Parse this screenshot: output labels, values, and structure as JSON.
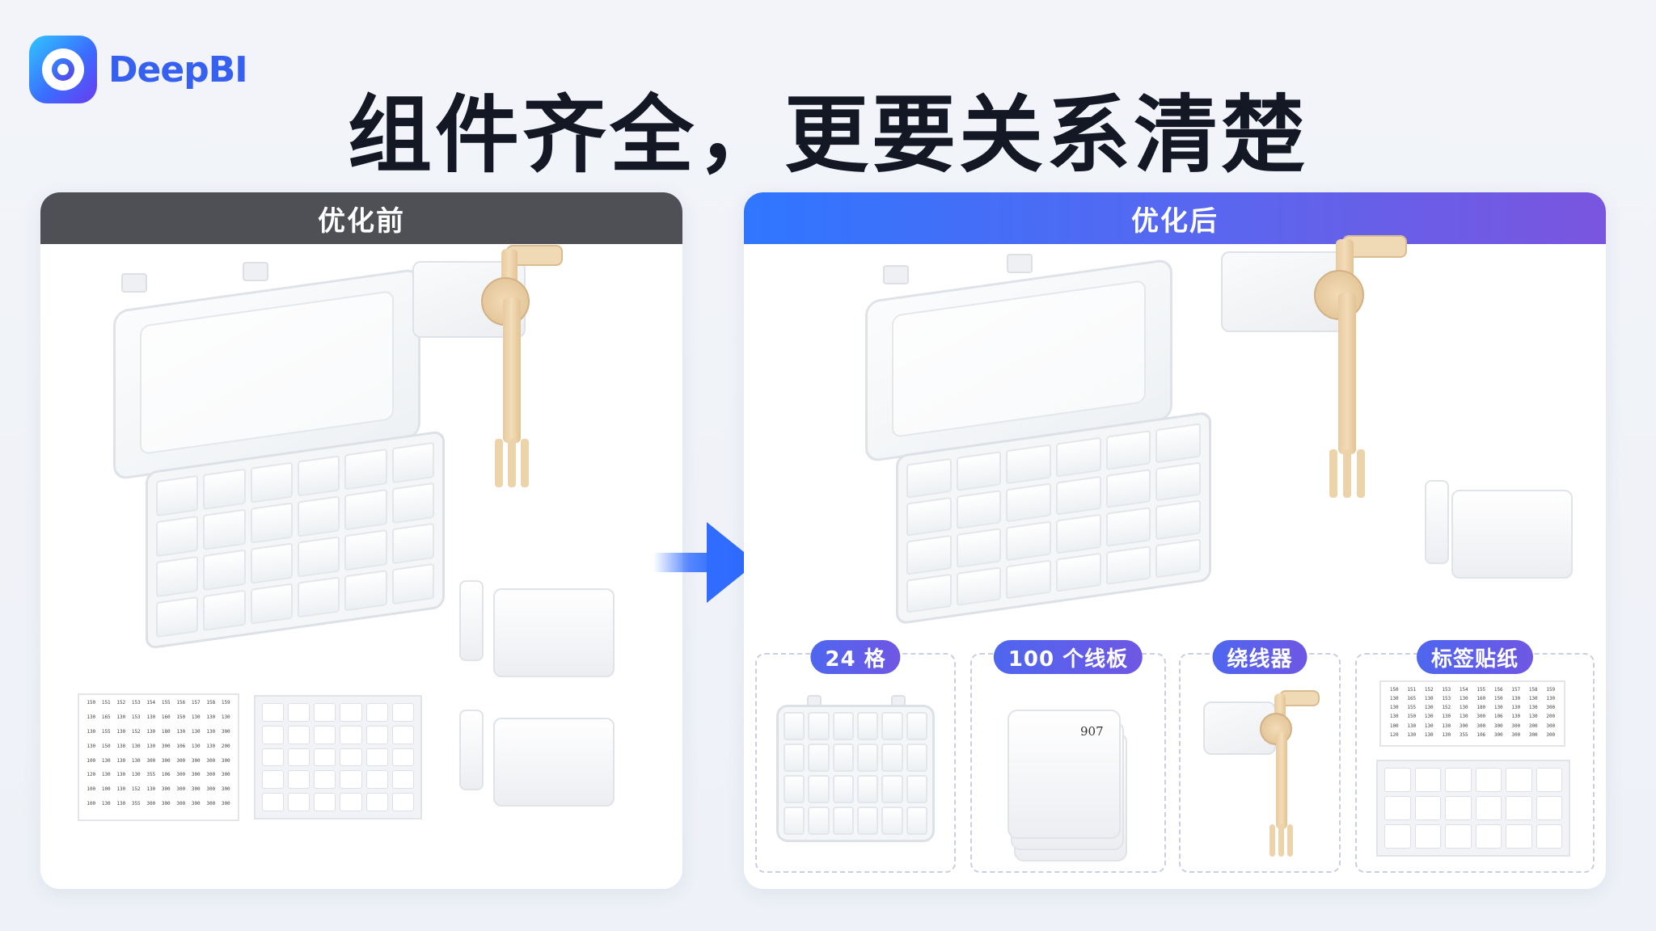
{
  "brand": {
    "name": "DeepBI",
    "logo": "deepbi-logo"
  },
  "headline": "组件齐全，更要关系清楚",
  "panels": {
    "before": {
      "title": "优化前",
      "header_color": "#4f5056"
    },
    "after": {
      "title": "优化后",
      "header_gradient": [
        "#2f76ff",
        "#7a55df"
      ]
    }
  },
  "arrow": {
    "icon": "arrow-right-icon",
    "color": "#2f6cff"
  },
  "components": [
    {
      "label": "24 格",
      "image": "storage-box"
    },
    {
      "label": "100 个线板",
      "image": "floss-bobbins",
      "bobbin_number": "907"
    },
    {
      "label": "绕线器",
      "image": "bobbin-winder"
    },
    {
      "label": "标签贴纸",
      "image": "number-labels-and-stickers"
    }
  ],
  "label_sheet_numbers": [
    "150",
    "151",
    "152",
    "153",
    "154",
    "155",
    "156",
    "157",
    "158",
    "159",
    "130",
    "165",
    "130",
    "153",
    "130",
    "160",
    "150",
    "130",
    "130",
    "130",
    "130",
    "155",
    "130",
    "152",
    "130",
    "180",
    "130",
    "130",
    "130",
    "300",
    "130",
    "150",
    "130",
    "130",
    "130",
    "300",
    "106",
    "130",
    "130",
    "200",
    "100",
    "130",
    "130",
    "130",
    "300",
    "300",
    "300",
    "300",
    "300",
    "300",
    "120",
    "130",
    "130",
    "130",
    "355",
    "106",
    "300",
    "300",
    "300",
    "300",
    "100",
    "100",
    "130",
    "152",
    "130",
    "300",
    "300",
    "300",
    "300",
    "300",
    "100",
    "130",
    "130",
    "355",
    "300",
    "300",
    "300",
    "300",
    "300",
    "300"
  ],
  "colors": {
    "accent": "#3560f0",
    "pill": "#5a5fea",
    "cream": "#f0d9b5"
  }
}
